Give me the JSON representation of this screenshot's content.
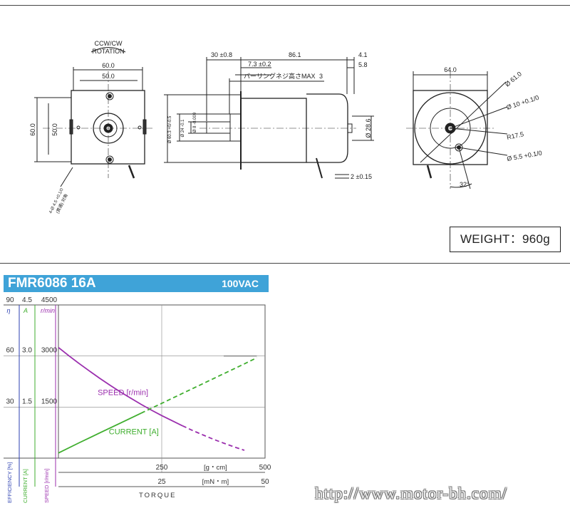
{
  "drawing": {
    "rotation_line1": "CCW/CW",
    "rotation_line2": "ROTATION",
    "front_dim_top1": "60.0",
    "front_dim_top2": "50.0",
    "front_dim_side_outer": "60.0",
    "front_dim_side_inner": "50.0",
    "front_hole_note1": "4-Ø 4.5 +0.1/0",
    "front_hole_note2": "(貫通) 対角",
    "side_dim_30": "30 ±0.8",
    "side_dim_86": "86.1",
    "side_dim_41": "4.1",
    "side_dim_73": "7.3 ±0.2",
    "side_dim_58": "5.8",
    "side_screw_note": "バーリングネジ高さMAX",
    "side_screw_val": "3",
    "side_dim_8": "Ø 8 -0.009",
    "side_dim_24": "Ø 24 -0.1",
    "side_dim_603": "Ø 60.3 +0/-0.5",
    "side_dim_286": "Ø 28.6",
    "side_dim_2": "2 ±0.15",
    "rear_dim_64": "64.0",
    "rear_dim_61": "Ø 61.0",
    "rear_dim_10": "Ø 10 +0.1/0",
    "rear_dim_r175": "R17.5",
    "rear_dim_55": "Ø 5.5 +0.1/0",
    "rear_dim_32": "32°"
  },
  "weight_label": "WEIGHT：960g",
  "chart_banner": {
    "model": "FMR6086 16A",
    "voltage": "100VAC"
  },
  "chart_data": {
    "type": "line",
    "title": "FMR6086 16A",
    "subtitle": "100VAC",
    "xlabel": "TORQUE",
    "x_axes": [
      {
        "unit": "[g・cm]",
        "range": [
          0,
          500
        ],
        "ticks": [
          "250",
          "500"
        ]
      },
      {
        "unit": "[mN・m]",
        "range": [
          0,
          50
        ],
        "ticks": [
          "25",
          "50"
        ]
      }
    ],
    "y_axes": [
      {
        "label": "EFFICIENCY [%]",
        "symbol": "η",
        "range": [
          0,
          90
        ],
        "ticks": [
          "30",
          "60",
          "90"
        ]
      },
      {
        "label": "CURRENT [A]",
        "symbol": "A",
        "range": [
          0,
          4.5
        ],
        "ticks": [
          "1.5",
          "3.0",
          "4.5"
        ]
      },
      {
        "label": "SPEED [r/min]",
        "symbol": "r/min",
        "range": [
          0,
          4500
        ],
        "ticks": [
          "1500",
          "3000",
          "4500"
        ]
      }
    ],
    "series": [
      {
        "name": "SPEED [r/min]",
        "axis": "SPEED [r/min]",
        "color": "#9b2fae",
        "x": [
          0,
          25,
          50,
          75,
          100,
          125,
          150,
          175,
          200,
          225,
          250,
          275,
          300,
          325,
          350,
          375,
          400,
          425,
          450
        ],
        "y": [
          3250,
          3010,
          2780,
          2560,
          2345,
          2140,
          1945,
          1760,
          1580,
          1410,
          1250,
          1100,
          950,
          810,
          680,
          555,
          440,
          330,
          230
        ],
        "solid_until_x": 300
      },
      {
        "name": "CURRENT [A]",
        "axis": "CURRENT [A]",
        "color": "#3fae2e",
        "x": [
          0,
          50,
          100,
          150,
          200,
          250,
          300,
          350,
          400,
          450,
          480
        ],
        "y": [
          0.15,
          0.45,
          0.74,
          1.03,
          1.32,
          1.61,
          1.9,
          2.19,
          2.48,
          2.77,
          2.95
        ],
        "solid_until_x": 240
      }
    ],
    "efficiency_marker": {
      "x": [
        400,
        480
      ],
      "y": 60
    }
  },
  "watermark": "http://www.motor-bh.com/",
  "colors": {
    "banner": "#3fa3d8",
    "speed": "#9b2fae",
    "current": "#3fae2e",
    "efficiency_axis": "#2b3fb0"
  }
}
